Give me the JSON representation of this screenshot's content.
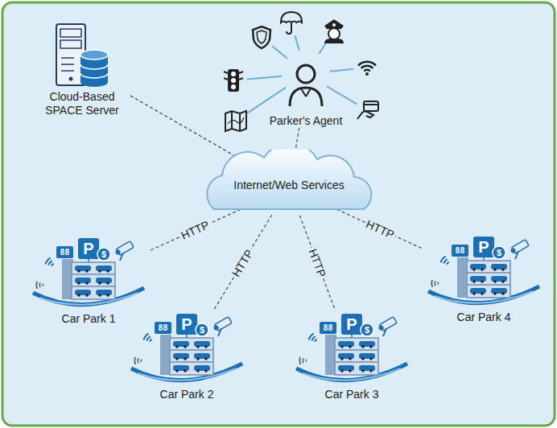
{
  "diagram": {
    "nodes": [
      {
        "text": [
          "Parker's Agent"
        ]
      },
      {
        "text": [
          "Cloud-Based SPACE Server"
        ]
      },
      {
        "text": [
          "Internet/Web Services"
        ]
      },
      {
        "text": [
          "Car Park 1"
        ]
      },
      {
        "text": [
          "Car Park 2"
        ]
      },
      {
        "text": [
          "Car Park 3"
        ]
      },
      {
        "text": [
          "Car Park 4"
        ]
      }
    ],
    "edges": [
      {
        "from": 1,
        "to": 2,
        "arrow": "none"
      },
      {
        "from": 0,
        "to": 2,
        "arrow": "none"
      },
      {
        "from": 2,
        "to": 3,
        "label": "HTTP",
        "arrow": "none"
      },
      {
        "from": 2,
        "to": 4,
        "label": "HTTP",
        "arrow": "none"
      },
      {
        "from": 2,
        "to": 5,
        "label": "HTTP",
        "arrow": "none"
      },
      {
        "from": 2,
        "to": 6,
        "label": "HTTP",
        "arrow": "none"
      }
    ],
    "labels": [
      "88",
      "P",
      "$",
      "88",
      "P",
      "$",
      "88",
      "P",
      "$",
      "88",
      "P",
      "$"
    ]
  }
}
